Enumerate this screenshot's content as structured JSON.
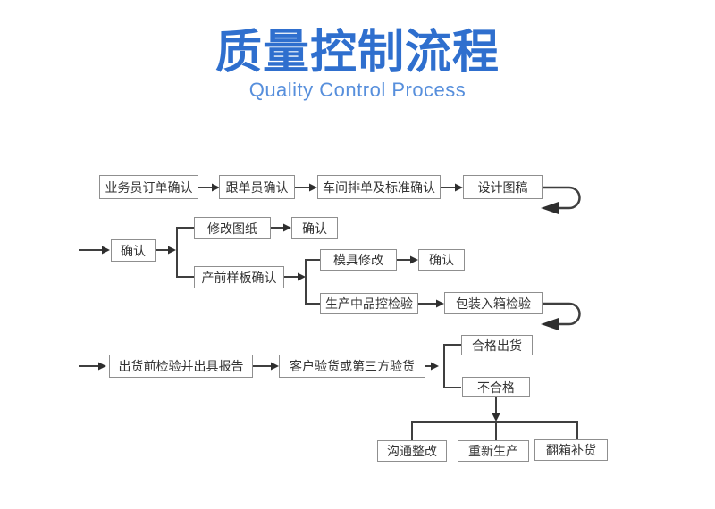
{
  "header": {
    "title": "质量控制流程",
    "subtitle": "Quality Control Process"
  },
  "nodes": {
    "sales_order_confirm": "业务员订单确认",
    "merchandiser_confirm": "跟单员确认",
    "workshop_schedule_confirm": "车间排单及标准确认",
    "design_draft": "设计图稿",
    "confirm_after_design": "确认",
    "revise_drawing": "修改图纸",
    "confirm_drawing": "确认",
    "preproduction_sample_confirm": "产前样板确认",
    "mold_modification": "模具修改",
    "confirm_mold": "确认",
    "in_process_qc": "生产中品控检验",
    "packing_inspection": "包装入箱检验",
    "preshipment_inspection_report": "出货前检验并出具报告",
    "customer_third_party_inspection": "客户验货或第三方验货",
    "qualified_shipment": "合格出货",
    "unqualified": "不合格",
    "communicate_rectify": "沟通整改",
    "re_production": "重新生产",
    "repack_replenish": "翻箱补货"
  },
  "edges": [
    "业务员订单确认→跟单员确认",
    "跟单员确认→车间排单及标准确认",
    "车间排单及标准确认→设计图稿",
    "设计图稿↩(换行继续)",
    "→确认",
    "确认→修改图纸",
    "修改图纸→确认",
    "确认→产前样板确认",
    "产前样板确认→模具修改",
    "模具修改→确认",
    "产前样板确认→生产中品控检验",
    "生产中品控检验→包装入箱检验",
    "包装入箱检验↩(换行继续)",
    "→出货前检验并出具报告",
    "出货前检验并出具报告→客户验货或第三方验货",
    "客户验货或第三方验货→合格出货",
    "客户验货或第三方验货→不合格",
    "不合格→沟通整改",
    "不合格→重新生产",
    "不合格→翻箱补货"
  ],
  "colors": {
    "title_blue": "#2f6fce",
    "subtitle_blue": "#578fdc",
    "connector": "#3f3f3f",
    "box_border": "#8f8f8f",
    "box_text": "#333333",
    "background": "#ffffff"
  }
}
